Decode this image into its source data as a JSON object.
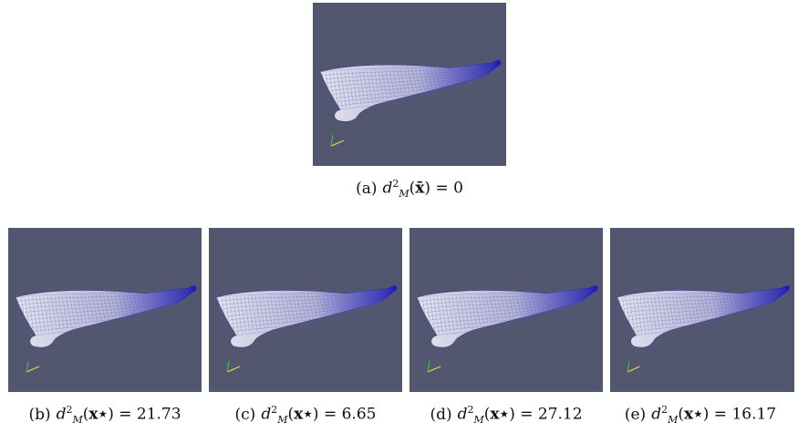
{
  "figures": [
    {
      "label": "(a)",
      "value": "0",
      "arg": "x̄"
    },
    {
      "label": "(b)",
      "value": "21.73",
      "arg": "x⋆"
    },
    {
      "label": "(c)",
      "value": "6.65",
      "arg": "x⋆"
    },
    {
      "label": "(d)",
      "value": "27.12",
      "arg": "x⋆"
    },
    {
      "label": "(e)",
      "value": "16.17",
      "arg": "x⋆"
    }
  ],
  "symbol": {
    "d": "d",
    "sup": "2",
    "sub": "M"
  },
  "colors": {
    "background": "#52576f",
    "hull_light": "#e4e4ee",
    "hull_dark": "#1a1ab0"
  }
}
